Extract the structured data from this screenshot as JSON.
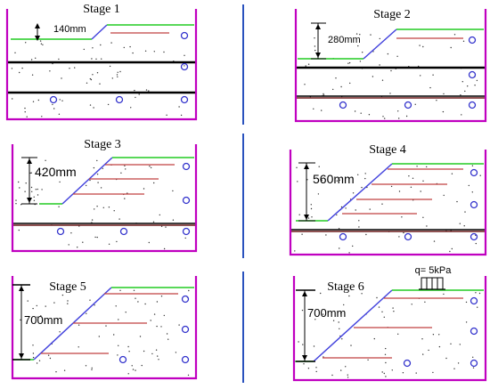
{
  "colors": {
    "container": "#c000c0",
    "surface_top": "#22cc22",
    "slope_face": "#4444dd",
    "reinforcement": "#c04040",
    "layer_line": "#000000",
    "base_layer": "#6b1a1a",
    "sensor": "#3333cc",
    "divider": "#2a52be"
  },
  "stages": [
    {
      "title": "Stage 1",
      "height_label": "140mm"
    },
    {
      "title": "Stage 2",
      "height_label": "280mm"
    },
    {
      "title": "Stage 3",
      "height_label": "420mm"
    },
    {
      "title": "Stage 4",
      "height_label": "560mm"
    },
    {
      "title": "Stage 5",
      "height_label": "700mm"
    },
    {
      "title": "Stage 6",
      "height_label": "700mm"
    }
  ],
  "surcharge": {
    "label": "q= 5kPa"
  }
}
